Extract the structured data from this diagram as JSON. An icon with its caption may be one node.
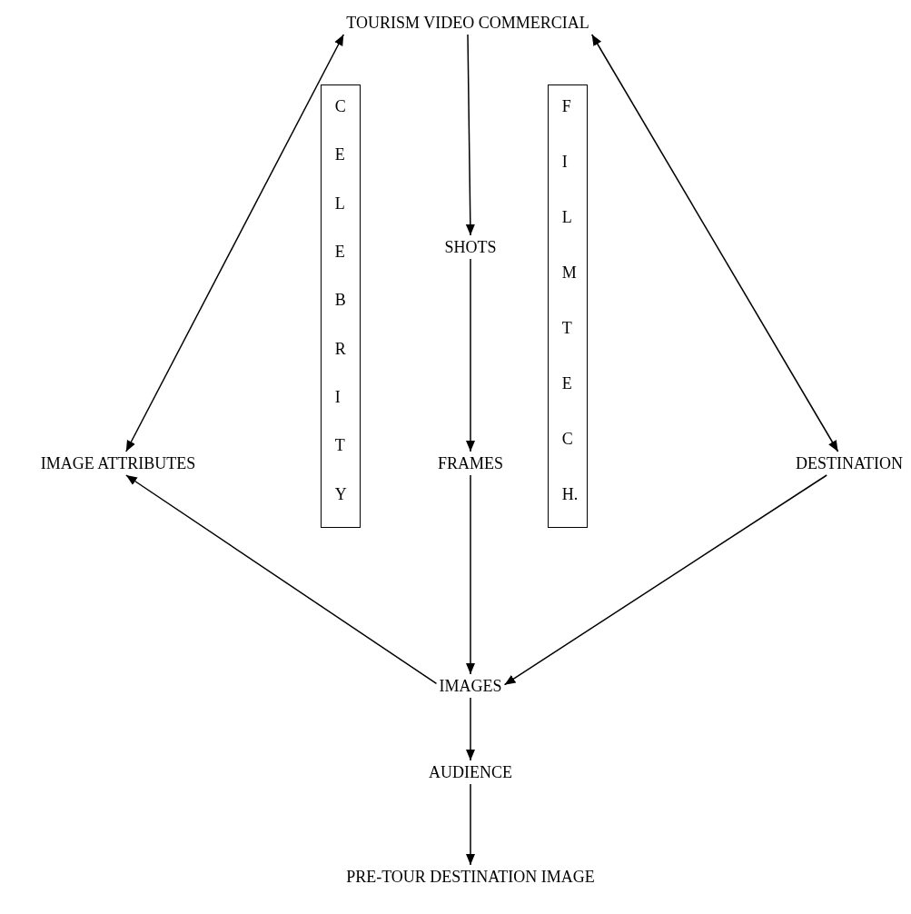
{
  "diagram": {
    "nodes": [
      {
        "text": [
          "TOURISM VIDEO COMMERCIAL"
        ]
      },
      {
        "text": [
          "CELEBRITY"
        ]
      },
      {
        "text": [
          "SHOTS"
        ]
      },
      {
        "text": [
          "FILM TECH."
        ]
      },
      {
        "text": [
          "IMAGE ATTRIBUTES"
        ]
      },
      {
        "text": [
          "FRAMES"
        ]
      },
      {
        "text": [
          "DESTINATION"
        ]
      },
      {
        "text": [
          "IMAGES"
        ]
      },
      {
        "text": [
          "AUDIENCE"
        ]
      },
      {
        "text": [
          "PRE-TOUR DESTINATION IMAGE"
        ]
      }
    ],
    "edges": [
      {
        "from": 0,
        "to": 2,
        "arrow": "to"
      },
      {
        "from": 2,
        "to": 5,
        "arrow": "to"
      },
      {
        "from": 0,
        "to": 4,
        "arrow": "both"
      },
      {
        "from": 0,
        "to": 6,
        "arrow": "both"
      },
      {
        "from": 5,
        "to": 7,
        "arrow": "to"
      },
      {
        "from": 7,
        "to": 4,
        "arrow": "to"
      },
      {
        "from": 6,
        "to": 7,
        "arrow": "to"
      },
      {
        "from": 7,
        "to": 8,
        "arrow": "to"
      },
      {
        "from": 8,
        "to": 9,
        "arrow": "to"
      }
    ]
  }
}
